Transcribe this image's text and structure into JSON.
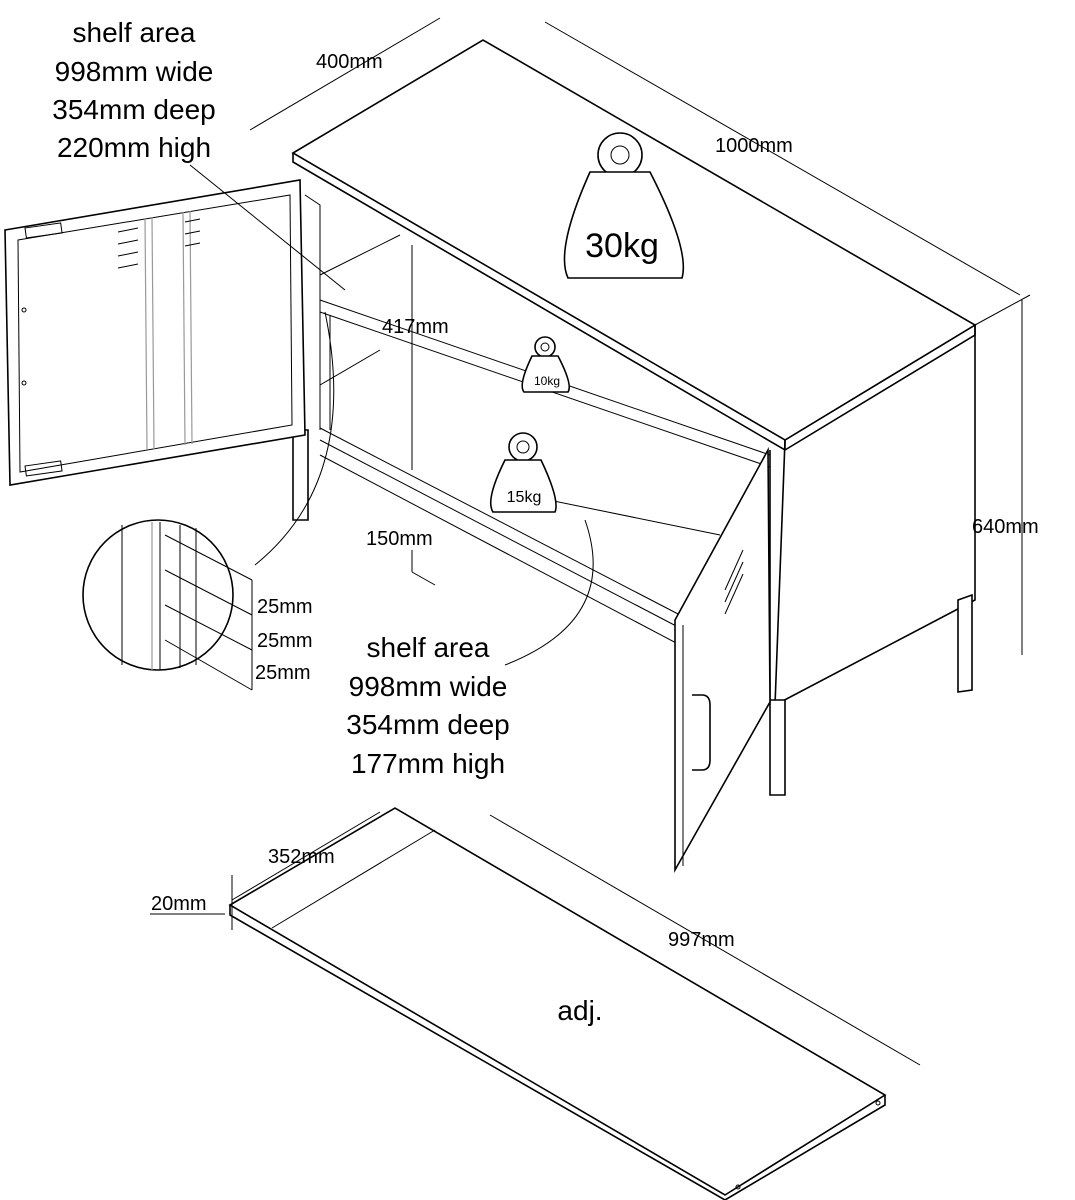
{
  "top_shelf_area": {
    "title": "shelf area",
    "width": "998mm wide",
    "depth": "354mm deep",
    "height": "220mm high"
  },
  "bottom_shelf_area": {
    "title": "shelf area",
    "width": "998mm wide",
    "depth": "354mm deep",
    "height": "177mm high"
  },
  "dimensions": {
    "depth_top": "400mm",
    "width_top": "1000mm",
    "overall_height": "640mm",
    "inner_height": "417mm",
    "base_height": "150mm",
    "slot_spacing": [
      "25mm",
      "25mm",
      "25mm"
    ],
    "shelf_depth": "352mm",
    "shelf_thickness": "20mm",
    "shelf_width": "997mm"
  },
  "loads": {
    "top": "30kg",
    "shelf": "10kg",
    "bottom": "15kg"
  },
  "shelf_label": "adj."
}
